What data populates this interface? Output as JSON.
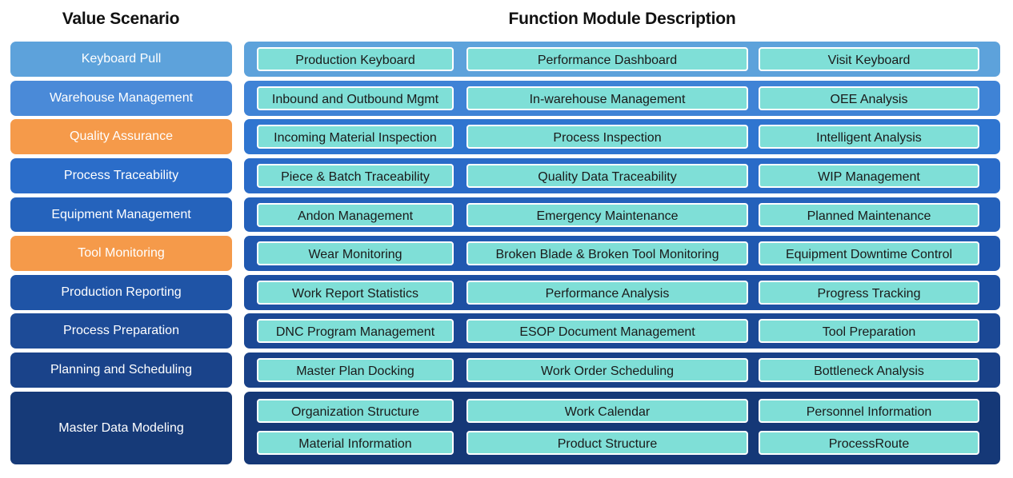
{
  "headers": {
    "left": "Value Scenario",
    "right": "Function Module Description"
  },
  "colors": {
    "cell_fill": "#7fdfd7",
    "scenario_orange": "#f59a4a"
  },
  "rows": [
    {
      "scenario": "Keyboard Pull",
      "scenario_color": "#5da2db",
      "panel_color": "#5da2db",
      "modules": [
        [
          "Production Keyboard",
          "Performance Dashboard",
          "Visit Keyboard"
        ]
      ]
    },
    {
      "scenario": "Warehouse Management",
      "scenario_color": "#4a8ad8",
      "panel_color": "#3f83d6",
      "modules": [
        [
          "Inbound and Outbound Mgmt",
          "In-warehouse Management",
          "OEE Analysis"
        ]
      ]
    },
    {
      "scenario": "Quality Assurance",
      "scenario_color": "#f59a4a",
      "panel_color": "#2f75d0",
      "modules": [
        [
          "Incoming Material Inspection",
          "Process Inspection",
          "Intelligent Analysis"
        ]
      ]
    },
    {
      "scenario": "Process Traceability",
      "scenario_color": "#2b6dc9",
      "panel_color": "#2a6bc8",
      "modules": [
        [
          "Piece & Batch Traceability",
          "Quality Data Traceability",
          "WIP Management"
        ]
      ]
    },
    {
      "scenario": "Equipment Management",
      "scenario_color": "#2563bc",
      "panel_color": "#2461bb",
      "modules": [
        [
          "Andon Management",
          "Emergency Maintenance",
          "Planned Maintenance"
        ]
      ]
    },
    {
      "scenario": "Tool Monitoring",
      "scenario_color": "#f59a4a",
      "panel_color": "#2058b0",
      "modules": [
        [
          "Wear Monitoring",
          "Broken Blade & Broken Tool Monitoring",
          "Equipment Downtime Control"
        ]
      ]
    },
    {
      "scenario": "Production Reporting",
      "scenario_color": "#1f54a6",
      "panel_color": "#1d50a3",
      "modules": [
        [
          "Work Report Statistics",
          "Performance Analysis",
          "Progress Tracking"
        ]
      ]
    },
    {
      "scenario": "Process Preparation",
      "scenario_color": "#1d4b97",
      "panel_color": "#1b4895",
      "modules": [
        [
          "DNC Program Management",
          "ESOP Document Management",
          "Tool Preparation"
        ]
      ]
    },
    {
      "scenario": "Planning and Scheduling",
      "scenario_color": "#1a438a",
      "panel_color": "#194188",
      "modules": [
        [
          "Master Plan Docking",
          "Work Order Scheduling",
          "Bottleneck Analysis"
        ]
      ]
    },
    {
      "scenario": "Master Data Modeling",
      "scenario_color": "#163a78",
      "panel_color": "#153877",
      "modules": [
        [
          "Organization Structure",
          "Work Calendar",
          "Personnel Information"
        ],
        [
          "Material Information",
          "Product Structure",
          "ProcessRoute"
        ]
      ]
    }
  ]
}
